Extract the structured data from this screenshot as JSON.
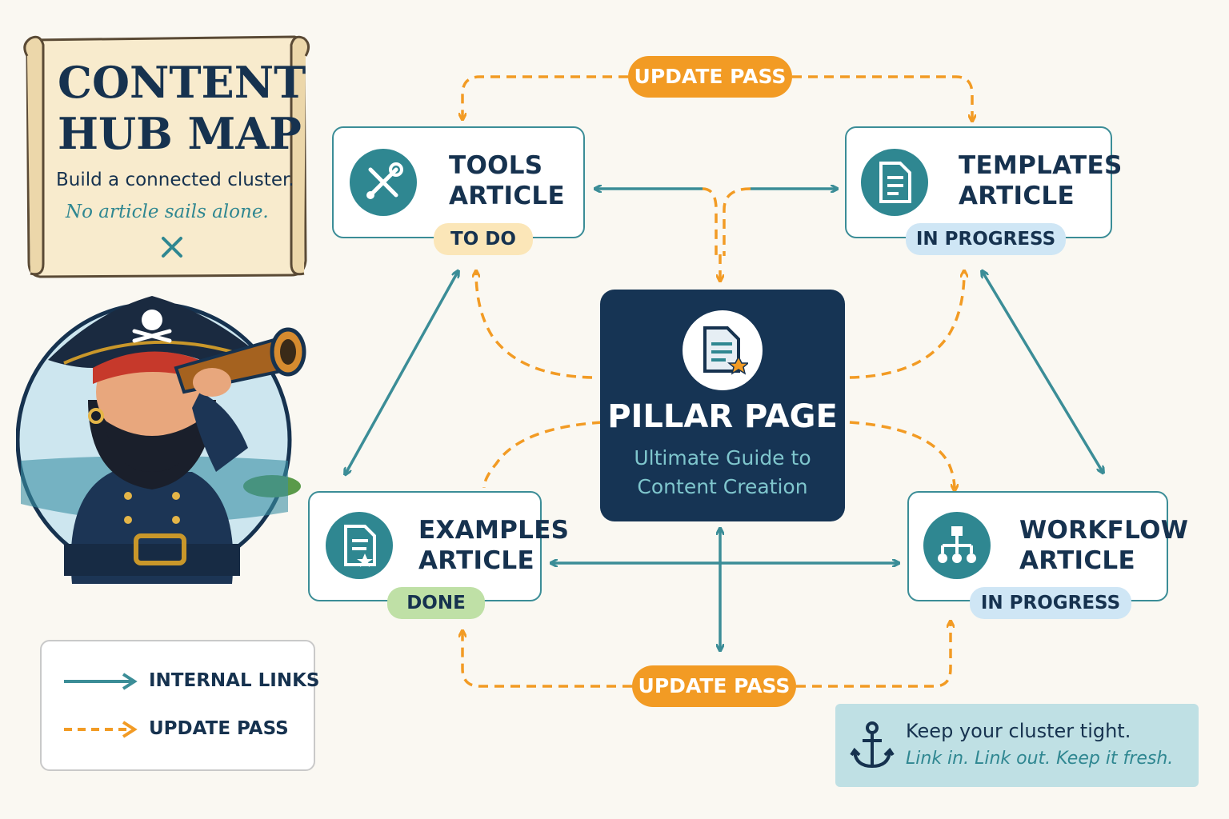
{
  "title_card": {
    "title_line1": "CONTENT",
    "title_line2": "HUB MAP",
    "subtitle": "Build a connected cluster.",
    "tagline": "No article sails alone."
  },
  "pillar": {
    "title": "PILLAR PAGE",
    "subtitle_line1": "Ultimate Guide to",
    "subtitle_line2": "Content Creation",
    "icon": "document-star-icon"
  },
  "articles": {
    "tools": {
      "line1": "TOOLS",
      "line2": "ARTICLE",
      "status": "TO DO",
      "icon": "tools-icon"
    },
    "templates": {
      "line1": "TEMPLATES",
      "line2": "ARTICLE",
      "status": "IN PROGRESS",
      "icon": "document-icon"
    },
    "examples": {
      "line1": "EXAMPLES",
      "line2": "ARTICLE",
      "status": "DONE",
      "icon": "document-star-icon"
    },
    "workflow": {
      "line1": "WORKFLOW",
      "line2": "ARTICLE",
      "status": "IN PROGRESS",
      "icon": "flowchart-icon"
    }
  },
  "update_pass_top": "UPDATE PASS",
  "update_pass_bottom": "UPDATE PASS",
  "legend": {
    "internal_links": "INTERNAL LINKS",
    "update_pass": "UPDATE PASS"
  },
  "tip": {
    "line1": "Keep your cluster tight.",
    "line2": "Link in. Link out. Keep it fresh.",
    "icon": "anchor-icon"
  },
  "colors": {
    "navy": "#16324f",
    "teal": "#3b8d97",
    "orange": "#f29b24",
    "todo": "#fbe6b8",
    "in_progress": "#cfe6f5",
    "done": "#bfe0a6"
  }
}
